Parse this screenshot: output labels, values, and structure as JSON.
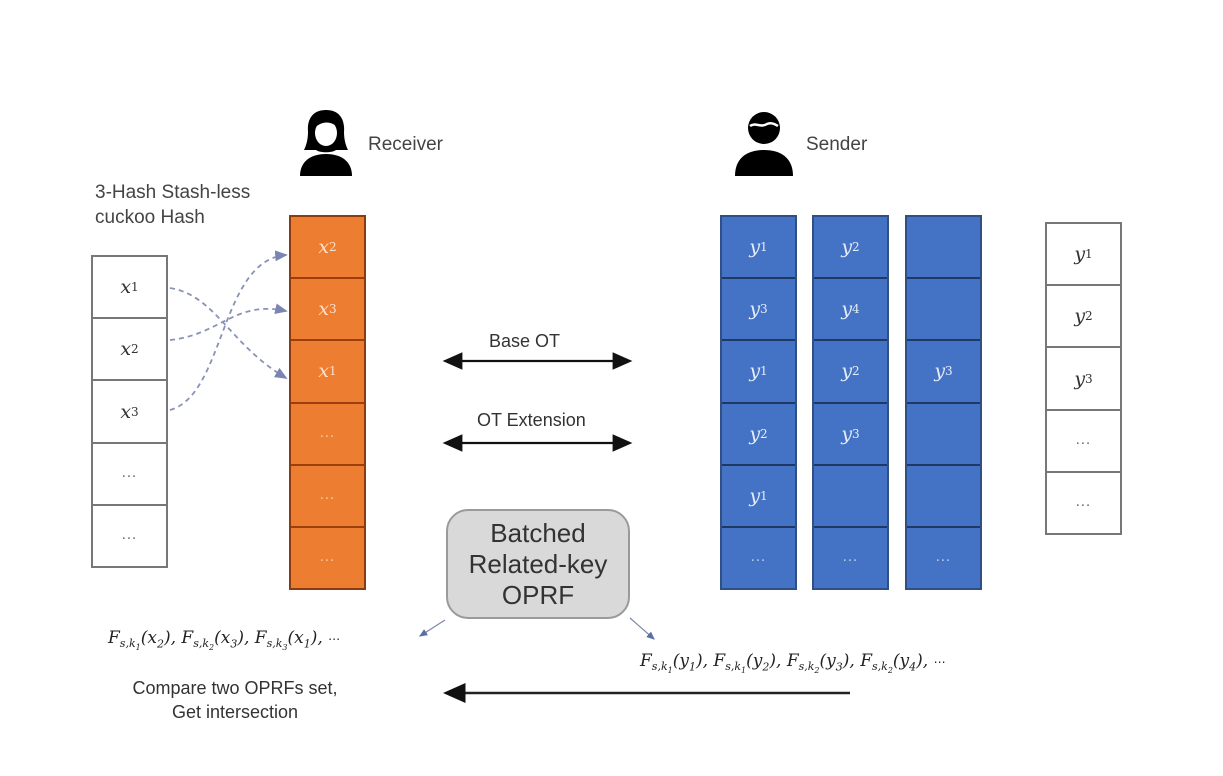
{
  "receiver": {
    "label": "Receiver",
    "icon": "person-female-icon"
  },
  "sender": {
    "label": "Sender",
    "icon": "person-male-icon"
  },
  "cuckoo_label": [
    "3-Hash Stash-less",
    "cuckoo Hash"
  ],
  "receiver_input": [
    {
      "var": "x",
      "sub": "1"
    },
    {
      "var": "x",
      "sub": "2"
    },
    {
      "var": "x",
      "sub": "3"
    },
    {
      "var": "",
      "sub": "",
      "dots": "..."
    },
    {
      "var": "",
      "sub": "",
      "dots": "..."
    }
  ],
  "cuckoo_table": [
    {
      "var": "x",
      "sub": "2"
    },
    {
      "var": "x",
      "sub": "3"
    },
    {
      "var": "x",
      "sub": "1"
    },
    {
      "var": "",
      "sub": "",
      "dots": "..."
    },
    {
      "var": "",
      "sub": "",
      "dots": "..."
    },
    {
      "var": "",
      "sub": "",
      "dots": "..."
    }
  ],
  "sender_tables": [
    [
      {
        "var": "y",
        "sub": "1"
      },
      {
        "var": "y",
        "sub": "3"
      },
      {
        "var": "y",
        "sub": "1"
      },
      {
        "var": "y",
        "sub": "2"
      },
      {
        "var": "y",
        "sub": "1"
      },
      {
        "var": "",
        "sub": "",
        "dots": "..."
      }
    ],
    [
      {
        "var": "y",
        "sub": "2"
      },
      {
        "var": "y",
        "sub": "4"
      },
      {
        "var": "y",
        "sub": "2"
      },
      {
        "var": "y",
        "sub": "3"
      },
      {
        "var": "",
        "sub": ""
      },
      {
        "var": "",
        "sub": "",
        "dots": "..."
      }
    ],
    [
      {
        "var": "",
        "sub": ""
      },
      {
        "var": "",
        "sub": ""
      },
      {
        "var": "y",
        "sub": "3"
      },
      {
        "var": "",
        "sub": ""
      },
      {
        "var": "",
        "sub": ""
      },
      {
        "var": "",
        "sub": "",
        "dots": "..."
      }
    ]
  ],
  "sender_input": [
    {
      "var": "y",
      "sub": "1"
    },
    {
      "var": "y",
      "sub": "2"
    },
    {
      "var": "y",
      "sub": "3"
    },
    {
      "var": "",
      "sub": "",
      "dots": "..."
    },
    {
      "var": "",
      "sub": "",
      "dots": "..."
    }
  ],
  "arrows": {
    "base_ot": "Base OT",
    "ot_extension": "OT Extension"
  },
  "oprf_box": [
    "Batched",
    "Related-key",
    "OPRF"
  ],
  "receiver_oprf": [
    {
      "f": "F",
      "key": "s,k",
      "ksub": "1",
      "arg": "x",
      "asub": "2"
    },
    {
      "f": "F",
      "key": "s,k",
      "ksub": "2",
      "arg": "x",
      "asub": "3"
    },
    {
      "f": "F",
      "key": "s,k",
      "ksub": "3",
      "arg": "x",
      "asub": "1"
    }
  ],
  "sender_oprf": [
    {
      "f": "F",
      "key": "s,k",
      "ksub": "1",
      "arg": "y",
      "asub": "1"
    },
    {
      "f": "F",
      "key": "s,k",
      "ksub": "1",
      "arg": "y",
      "asub": "2"
    },
    {
      "f": "F",
      "key": "s,k",
      "ksub": "2",
      "arg": "y",
      "asub": "3"
    },
    {
      "f": "F",
      "key": "s,k",
      "ksub": "2",
      "arg": "y",
      "asub": "4"
    }
  ],
  "compare_text": [
    "Compare two OPRFs set,",
    "Get intersection"
  ],
  "colors": {
    "receiver_table": "#ed7d31",
    "sender_table": "#4472c4",
    "oprf_box": "#d9d9d9"
  }
}
